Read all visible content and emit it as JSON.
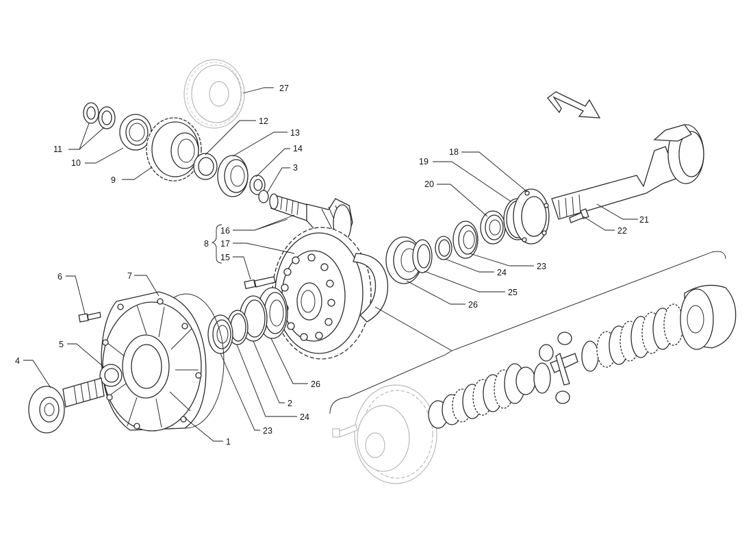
{
  "callouts": {
    "c1": "1",
    "c2": "2",
    "c3": "3",
    "c4": "4",
    "c5": "5",
    "c6": "6",
    "c7": "7",
    "c8": "8",
    "c9": "9",
    "c10": "10",
    "c11": "11",
    "c12": "12",
    "c13": "13",
    "c14": "14",
    "c15": "15",
    "c16": "16",
    "c17": "17",
    "c18": "18",
    "c19": "19",
    "c20": "20",
    "c21": "21",
    "c22": "22",
    "c23a": "23",
    "c23b": "23",
    "c24a": "24",
    "c24b": "24",
    "c25": "25",
    "c26a": "26",
    "c26b": "26",
    "c27": "27"
  },
  "icons": {
    "direction": "direction-arrow-icon"
  }
}
